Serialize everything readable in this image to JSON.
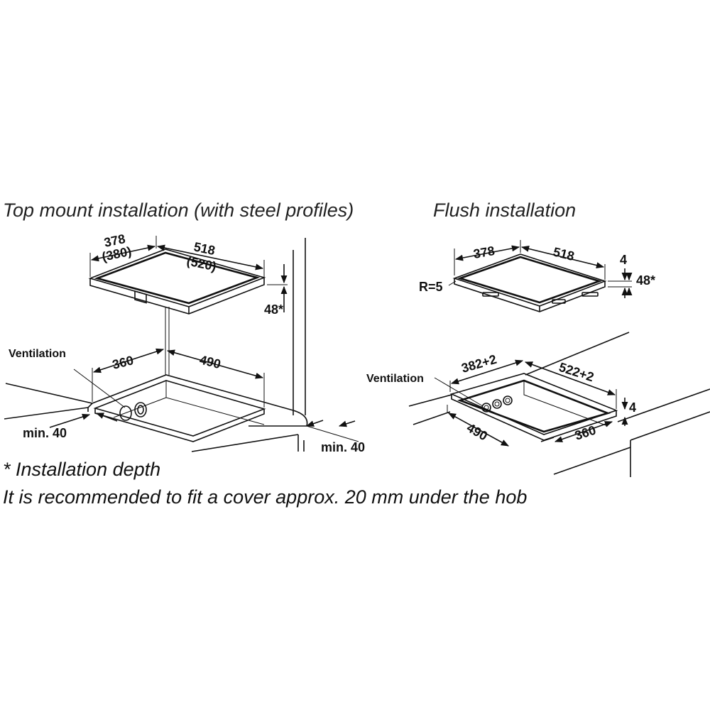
{
  "headings": {
    "top_mount": "Top mount installation (with steel profiles)",
    "flush": "Flush installation"
  },
  "top_mount": {
    "hob_depth": "378",
    "hob_depth_alt": "(380)",
    "hob_width": "518",
    "hob_width_alt": "(520)",
    "install_depth": "48*",
    "cutout_depth": "360",
    "cutout_width": "490",
    "ventilation_label": "Ventilation",
    "min_front": "min. 40",
    "min_back": "min. 40"
  },
  "flush": {
    "hob_depth": "378",
    "hob_width": "518",
    "radius": "R=5",
    "frame_height": "4",
    "install_depth": "48*",
    "rebate_depth": "382+2",
    "rebate_width": "522+2",
    "ventilation_label": "Ventilation",
    "rebate_height": "4",
    "cutout_width": "490",
    "cutout_depth": "360"
  },
  "notes": {
    "install_depth_note": "* Installation depth",
    "cover_note": "It is recommended to fit a cover approx. 20 mm under the hob"
  }
}
